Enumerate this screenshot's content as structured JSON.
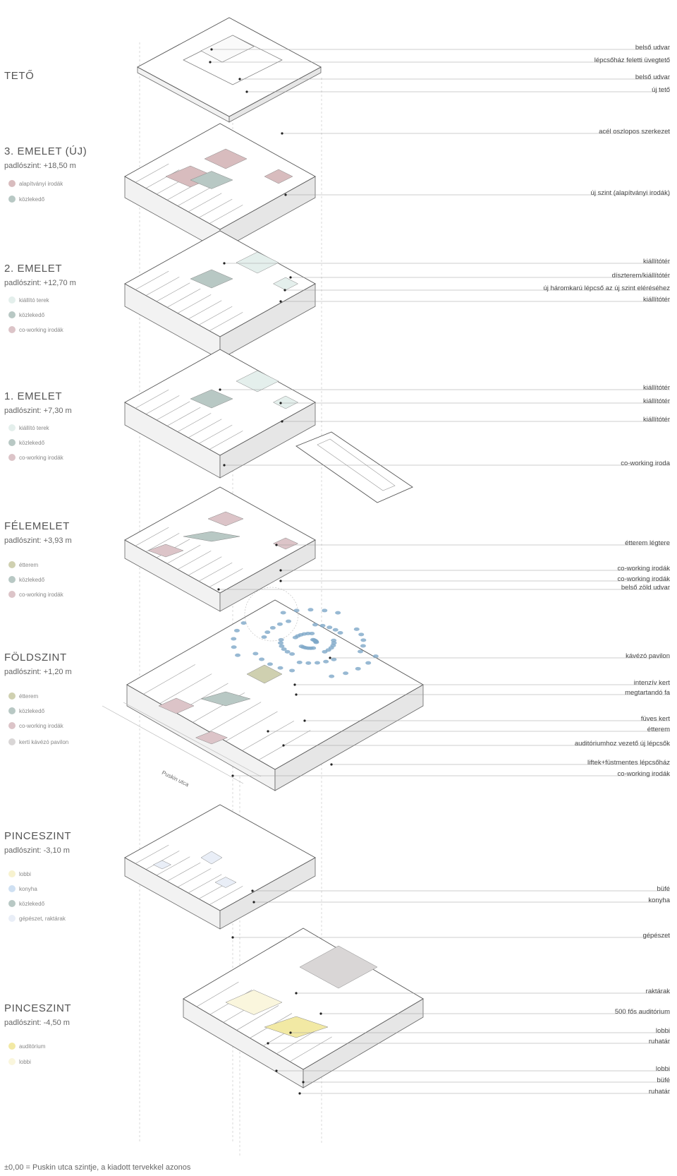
{
  "colors": {
    "foundation_offices": "#d8bcbe",
    "circulation": "#b8c8c4",
    "exhibition": "#e4efec",
    "coworking": "#dcc4c8",
    "restaurant": "#cfd0b0",
    "garden_cafe": "#d9d6d6",
    "lobby": "#f7f2cf",
    "kitchen": "#cfe0f2",
    "technical": "#e9eef7",
    "auditorium": "#f2e9a4",
    "lobby_light": "#faf6dd"
  },
  "levels": [
    {
      "title": "TETŐ",
      "subtitle": "",
      "legend": []
    },
    {
      "title": "3. EMELET (ÚJ)",
      "subtitle": "padlószint: +18,50 m",
      "legend": [
        {
          "label": "alapítványi irodák",
          "color": "#d8bcbe"
        },
        {
          "label": "közlekedő",
          "color": "#b8c8c4"
        }
      ]
    },
    {
      "title": "2. EMELET",
      "subtitle": "padlószint: +12,70 m",
      "legend": [
        {
          "label": "kiállító terek",
          "color": "#e4efec"
        },
        {
          "label": "közlekedő",
          "color": "#b8c8c4"
        },
        {
          "label": "co-working irodák",
          "color": "#dcc4c8"
        }
      ]
    },
    {
      "title": "1. EMELET",
      "subtitle": "padlószint: +7,30 m",
      "legend": [
        {
          "label": "kiállító terek",
          "color": "#e4efec"
        },
        {
          "label": "közlekedő",
          "color": "#b8c8c4"
        },
        {
          "label": "co-working irodák",
          "color": "#dcc4c8"
        }
      ]
    },
    {
      "title": "FÉLEMELET",
      "subtitle": "padlószint: +3,93 m",
      "legend": [
        {
          "label": "étterem",
          "color": "#cfd0b0"
        },
        {
          "label": "közlekedő",
          "color": "#b8c8c4"
        },
        {
          "label": "co-working irodák",
          "color": "#dcc4c8"
        }
      ]
    },
    {
      "title": "FÖLDSZINT",
      "subtitle": "padlószint: +1,20 m",
      "legend": [
        {
          "label": "étterem",
          "color": "#cfd0b0"
        },
        {
          "label": "közlekedő",
          "color": "#b8c8c4"
        },
        {
          "label": "co-working irodák",
          "color": "#dcc4c8"
        },
        {
          "label": "kerti kávézó pavilon",
          "color": "#d9d6d6"
        }
      ]
    },
    {
      "title": "PINCESZINT",
      "subtitle": "padlószint: -3,10 m",
      "legend": [
        {
          "label": "lobbi",
          "color": "#f7f2cf"
        },
        {
          "label": "konyha",
          "color": "#cfe0f2"
        },
        {
          "label": "közlekedő",
          "color": "#b8c8c4"
        },
        {
          "label": "gépészet, raktárak",
          "color": "#e9eef7"
        }
      ]
    },
    {
      "title": "PINCESZINT",
      "subtitle": "padlószint: -4,50 m",
      "legend": [
        {
          "label": "auditórium",
          "color": "#f2e9a4"
        },
        {
          "label": "lobbi",
          "color": "#faf6dd"
        }
      ]
    }
  ],
  "callouts": [
    "belső udvar",
    "lépcsőház feletti üvegtető",
    "belső udvar",
    "új tető",
    "acél oszlopos szerkezet",
    "új szint (alapítványi irodák)",
    "kiállítótér",
    "díszterem/kiállítótér",
    "új háromkarú lépcső az új szint eléréséhez",
    "kiállítótér",
    "kiállítótér",
    "kiállítótér",
    "kiállítótér",
    "co-working iroda",
    "étterem légtere",
    "co-working irodák",
    "co-working irodák",
    "belső zöld udvar",
    "kávézó pavilon",
    "intenzív kert",
    "megtartandó fa",
    "füves kert",
    "étterem",
    "auditóriumhoz vezető új lépcsők",
    "liftek+füstmentes lépcsőház",
    "co-working irodák",
    "büfé",
    "konyha",
    "gépészet",
    "raktárak",
    "500 fős auditórium",
    "lobbi",
    "ruhatár",
    "lobbi",
    "büfé",
    "ruhatár"
  ],
  "street_label": "Puskin utca",
  "footnote": "±0,00 = Puskin utca szintje, a kiadott tervekkel azonos"
}
